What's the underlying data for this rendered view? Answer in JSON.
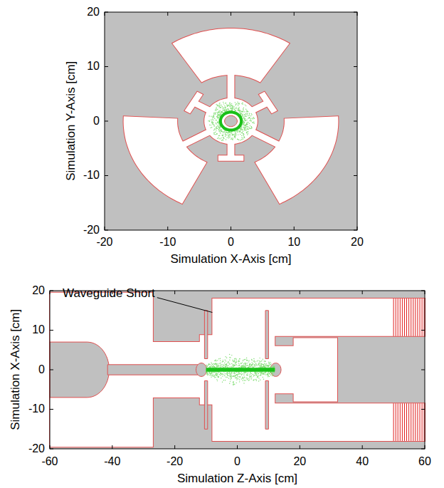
{
  "diagram": {
    "labels": [
      "20",
      "10",
      "0",
      "-10",
      "-20",
      "-20",
      "-10",
      "0",
      "10",
      "20",
      "Simulation Y-Axis [cm]",
      "Simulation X-Axis [cm]",
      "Waveguide Short",
      "20",
      "10",
      "0",
      "-10",
      "-20",
      "-60",
      "-40",
      "-20",
      "0",
      "20",
      "40",
      "60",
      "Simulation X-Axis [cm]",
      "Simulation Z-Axis [cm]"
    ]
  }
}
